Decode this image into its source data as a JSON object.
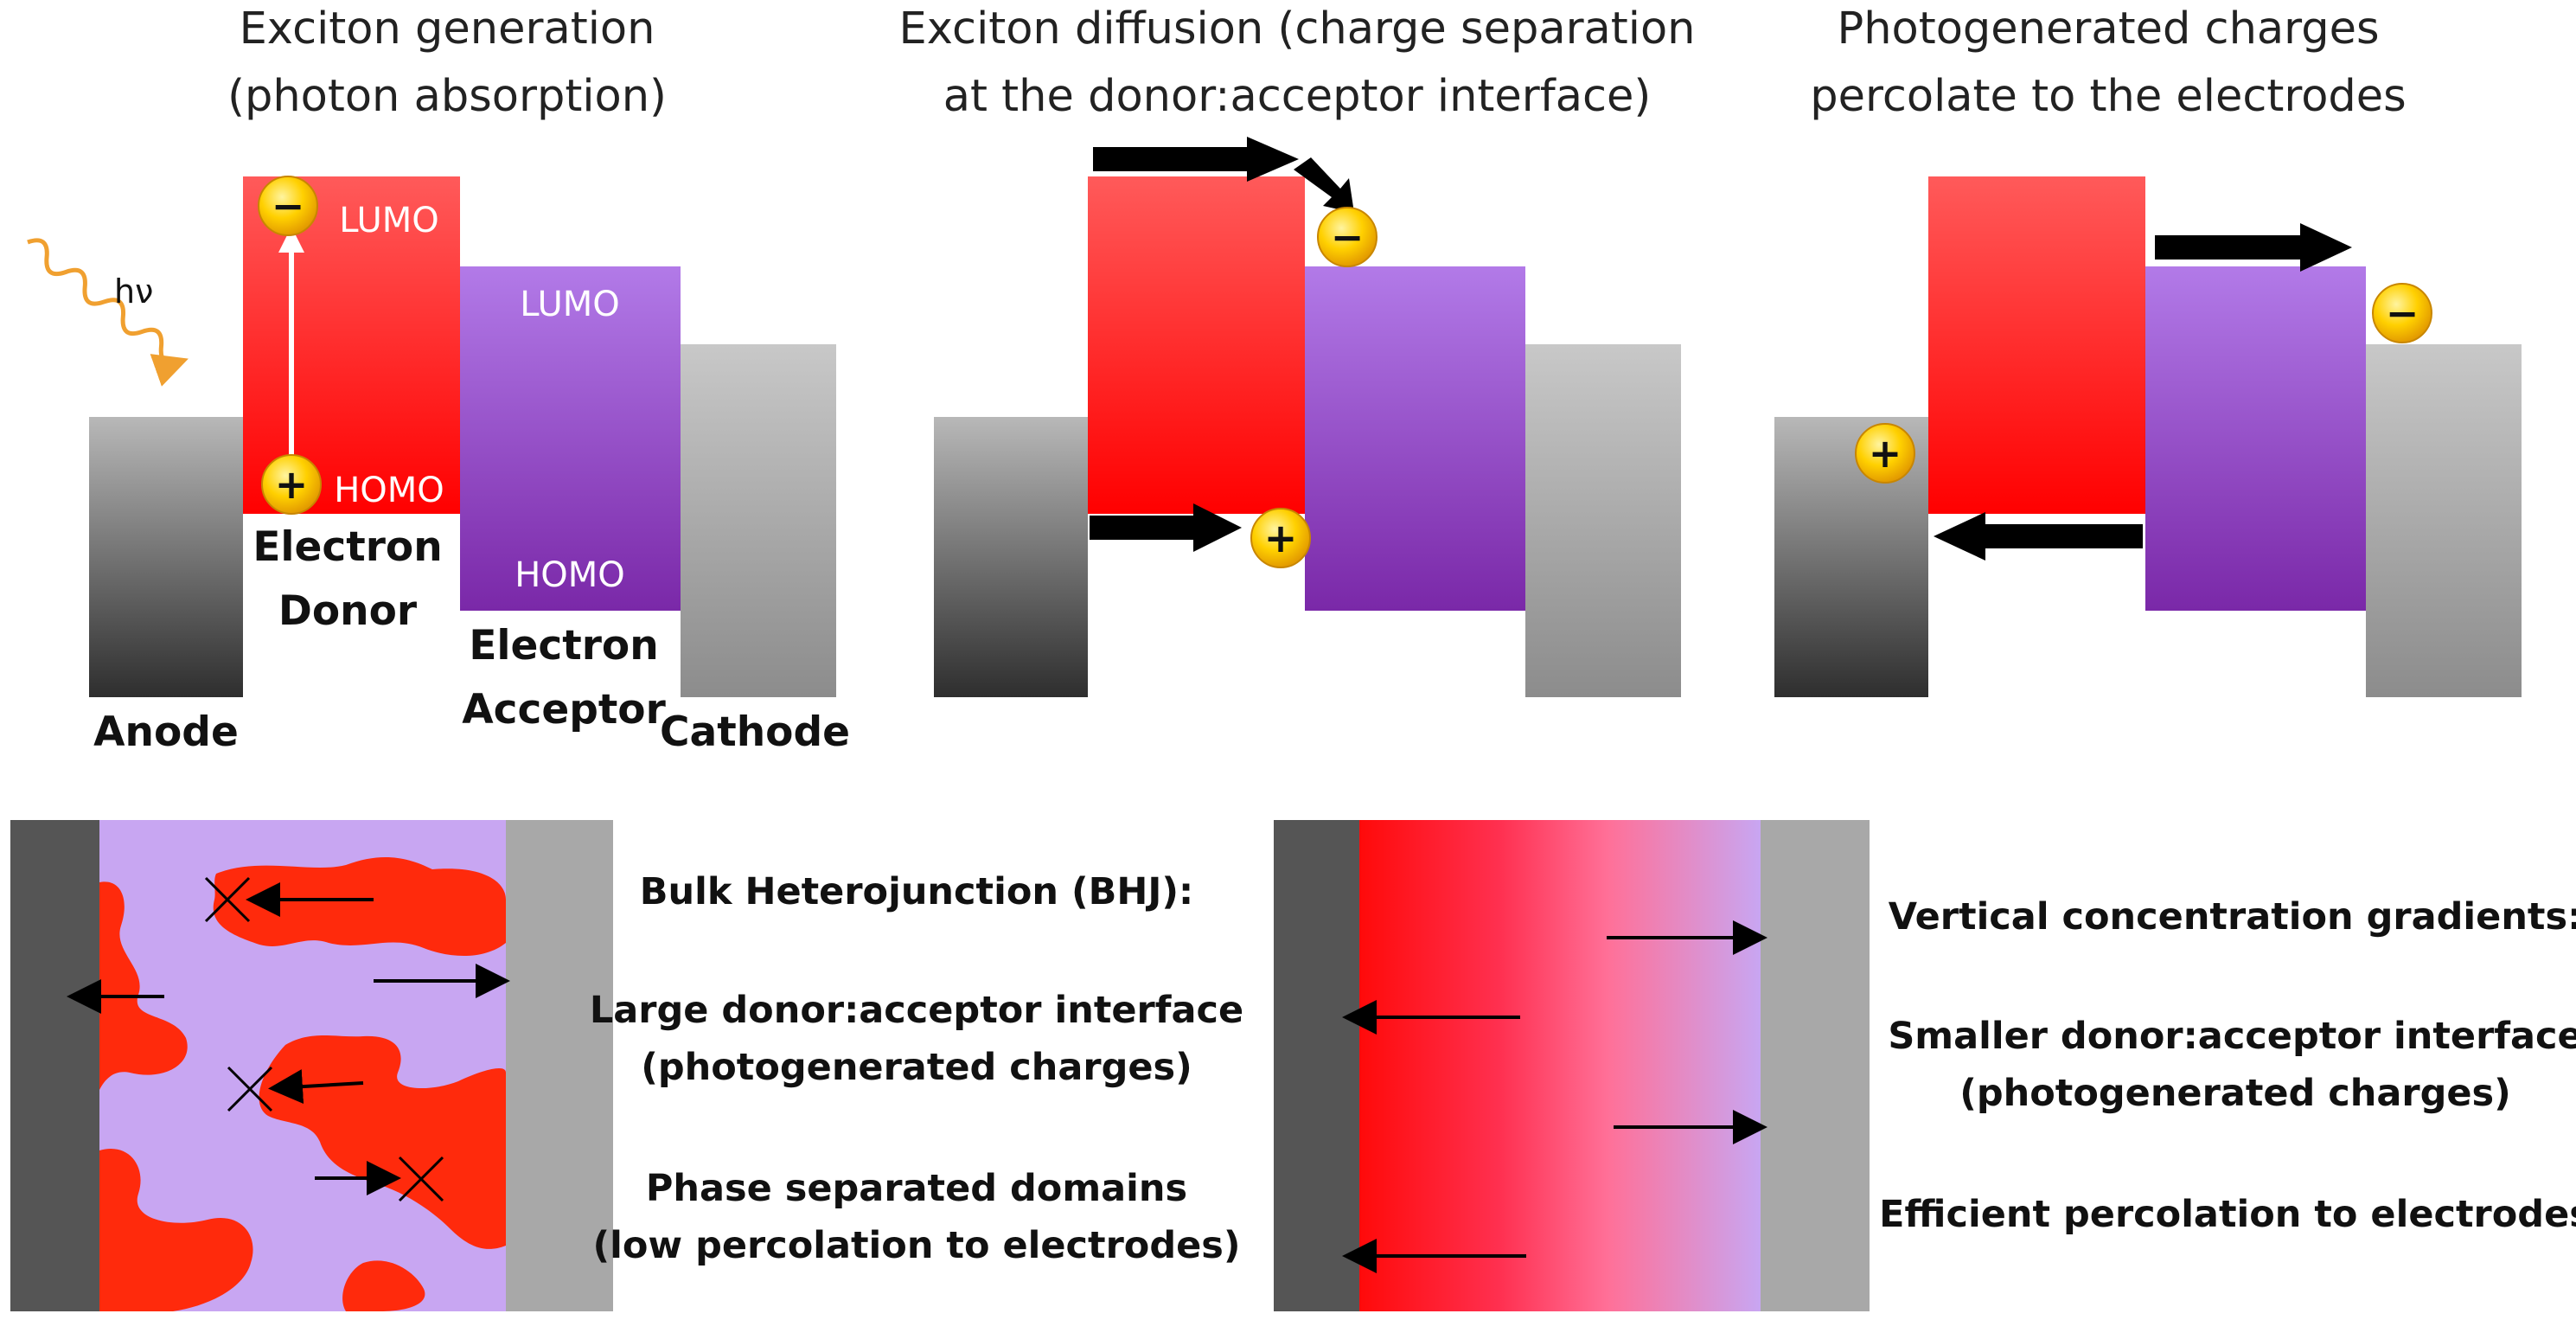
{
  "panels": [
    {
      "title_line1": "Exciton generation",
      "title_line2": "(photon absorption)"
    },
    {
      "title_line1": "Exciton diffusion (charge separation",
      "title_line2": "at the donor:acceptor interface)"
    },
    {
      "title_line1": "Photogenerated charges",
      "title_line2": "percolate to the electrodes"
    }
  ],
  "labels": {
    "anode": "Anode",
    "cathode": "Cathode",
    "donor_line1": "Electron",
    "donor_line2": "Donor",
    "acceptor_line1": "Electron",
    "acceptor_line2": "Acceptor",
    "lumo": "LUMO",
    "homo": "HOMO",
    "photon": "hν",
    "minus": "−",
    "plus": "+"
  },
  "bhj": {
    "heading": "Bulk Heterojunction (BHJ):",
    "point1_line1": "Large donor:acceptor interface",
    "point1_line2": "(photogenerated charges)",
    "point2_line1": "Phase separated domains",
    "point2_line2": "(low percolation to electrodes)"
  },
  "vertical": {
    "heading": "Vertical concentration gradients:",
    "point1_line1": "Smaller donor:acceptor interface",
    "point1_line2": "(photogenerated charges)",
    "point2": "Efficient percolation to electrodes"
  },
  "colors": {
    "donor": "#ff1f1f",
    "acceptor": "#9a55d6",
    "electrode_dark": "#555555",
    "electrode_light": "#a8a8a8",
    "charge": "#f5c400",
    "photon": "#f0a030",
    "bhj_matrix": "#c8a6f2",
    "bhj_domain": "#ff2a0c"
  }
}
